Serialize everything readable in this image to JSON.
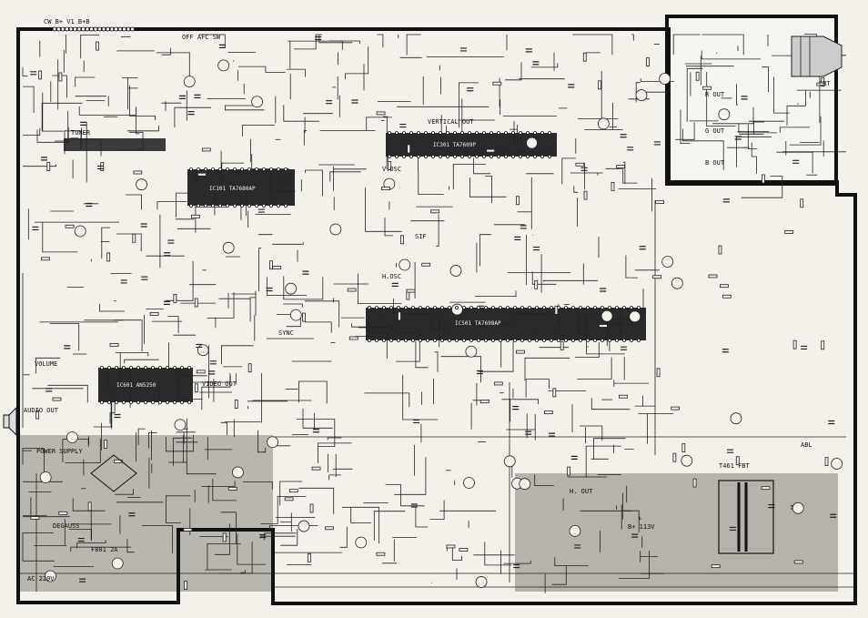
{
  "labels": {
    "top_connector": "CW  B+ V1  B+B",
    "afc_sw": "OFF  AFC SW",
    "sync": "SYNC",
    "video_out": "VIDEO OUT",
    "volume": "VOLUME",
    "audio_out": "AUDIO OUT",
    "ic_if": "IC101 TA7680AP",
    "ic_vert": "IC301 TA7609P",
    "ic_chroma": "IC501 TA7698AP",
    "ic_audio": "IC601 AN5250",
    "crt": "CRT",
    "fbt": "T461 FBT",
    "power_supply": "POWER SUPPLY",
    "vertical_out": "VERTICAL OUT",
    "horiz_out": "H. OUT",
    "b_plus": "B+ 113V",
    "ac_input": "AC 220V",
    "degauss": "DEGAUSS",
    "tuner": "TUNER",
    "sif": "SIF",
    "r_out": "R OUT",
    "g_out": "G OUT",
    "b_out": "B OUT",
    "h_osc": "H.OSC",
    "v_osc": "V.OSC",
    "abl": "ABL",
    "fuse": "F801 2A"
  }
}
